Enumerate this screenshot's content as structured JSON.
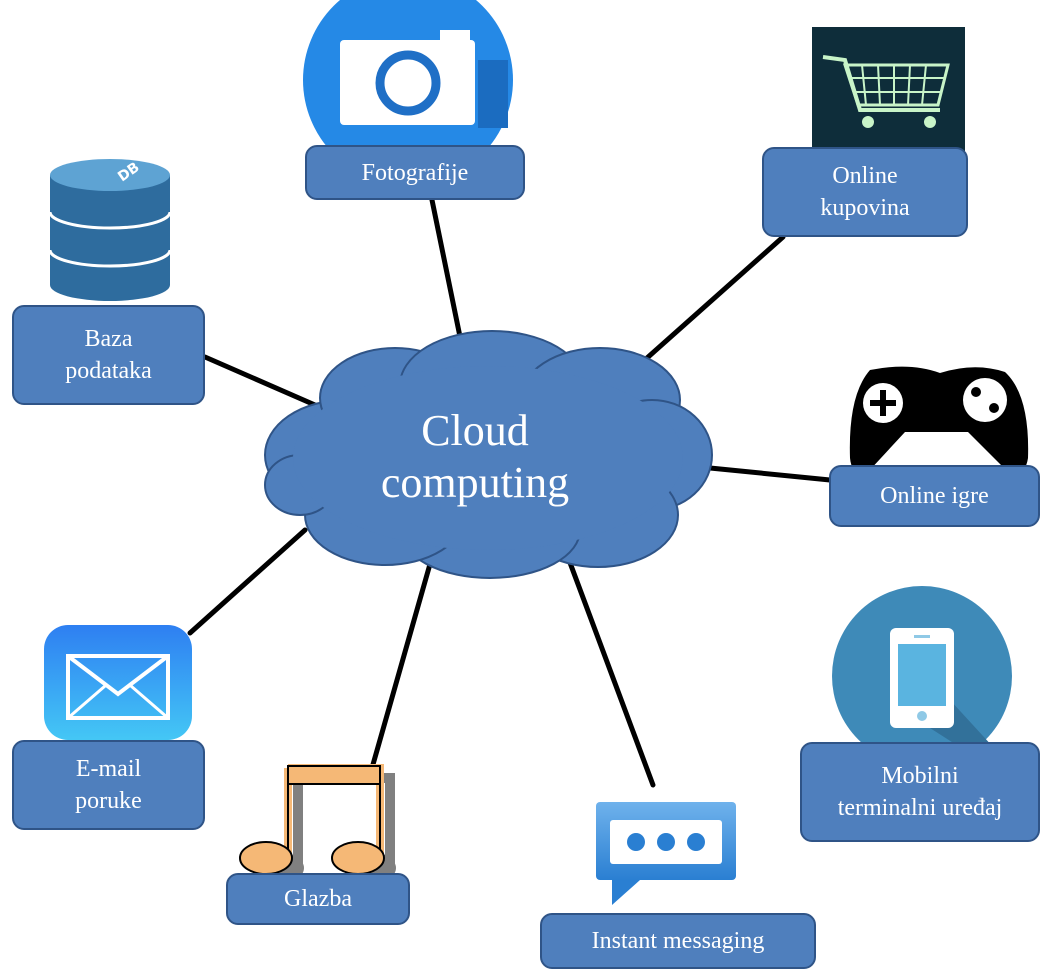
{
  "center": {
    "line1": "Cloud",
    "line2": "computing"
  },
  "nodes": {
    "photos": {
      "label": "Fotografije"
    },
    "shopping": {
      "line1": "Online",
      "line2": "kupovina"
    },
    "database": {
      "line1": "Baza",
      "line2": "podataka",
      "icon_text": "DB"
    },
    "games": {
      "label": "Online igre"
    },
    "email": {
      "line1": "E-mail",
      "line2": "poruke"
    },
    "mobile": {
      "line1": "Mobilni",
      "line2": "terminalni uređaj"
    },
    "music": {
      "label": "Glazba"
    },
    "im": {
      "label": "Instant messaging"
    }
  },
  "colors": {
    "box_fill": "#4f7fbd",
    "box_border": "#2f5487",
    "cloud_fill": "#4f7fbd",
    "connector": "#000000"
  },
  "icons": [
    "camera-icon",
    "shopping-cart-icon",
    "database-icon",
    "gamepad-icon",
    "mail-icon",
    "mobile-phone-icon",
    "music-note-icon",
    "chat-bubble-icon"
  ]
}
